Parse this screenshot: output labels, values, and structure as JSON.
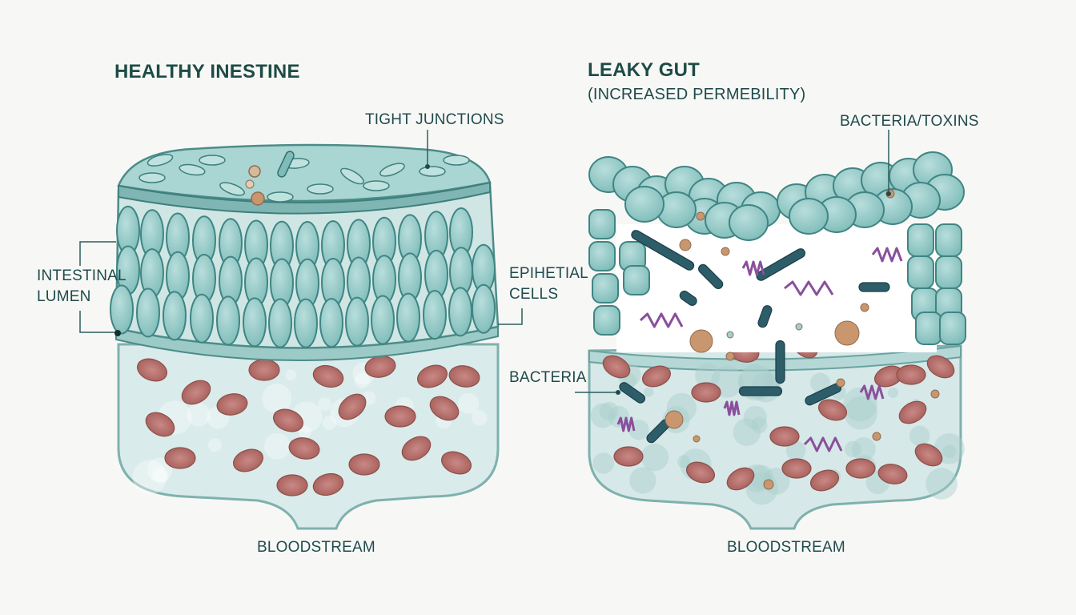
{
  "healthy": {
    "title": "HEALTHY INESTINE",
    "label_tight_junctions": "TIGHT JUNCTIONS",
    "label_lumen_line1": "INTESTINAL",
    "label_lumen_line2": "LUMEN",
    "label_epithelial_line1": "EPIHETIAL",
    "label_epithelial_line2": "CELLS",
    "label_bloodstream": "BLOODSTREAM"
  },
  "leaky": {
    "title": "LEAKY GUT",
    "subtitle": "(INCREASED PERMEBILITY)",
    "label_bacteria_toxins": "BACTERIA/TOXINS",
    "label_bacteria": "BACTERIA",
    "label_bloodstream": "BLOODSTREAM"
  },
  "colors": {
    "background": "#f7f8f6",
    "cell_fill": "#8fc7c5",
    "cell_stroke": "#3f8583",
    "blood_fill": "#d9ebea",
    "red_blood_cell": "#b36a67",
    "bacteria": "#2e5d6a",
    "toxin": "#8a4f9c",
    "particle": "#c9966e"
  }
}
